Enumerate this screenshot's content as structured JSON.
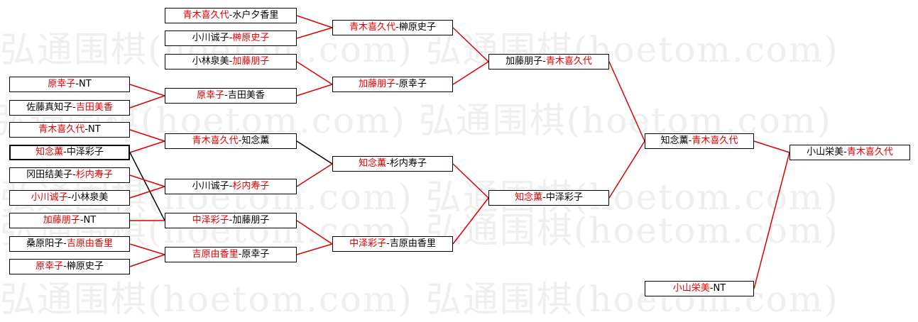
{
  "colors": {
    "winner": "#e60000",
    "line_win": "#dd0000",
    "line_loss": "#000000",
    "watermark": "#efefef"
  },
  "watermark": [
    "弘通围棋(hoetom.com) 弘通围棋(hoetom.com)",
    "弘通围棋(hoetom.com) 弘通围棋(hoetom.com)",
    "弘通围棋(hoetom.com) 弘通围棋(hoetom.com)",
    "弘通围棋(hoetom.com) 弘通围棋(hoetom.com)",
    "弘通围棋(hoetom.com) 弘通围棋(hoetom.com)",
    "弘通围棋(hoetom.com) 弘通围棋(hoetom.com)",
    "弘通围棋(hoetom.com) 弘通围棋(hoetom.com)"
  ],
  "matches": {
    "r1": [
      {
        "p1": "原幸子",
        "sep": "-",
        "p2": "NT",
        "winner": 1
      },
      {
        "p1": "佐藤真知子",
        "sep": "-",
        "p2": "吉田美香",
        "winner": 2
      },
      {
        "p1": "青木喜久代",
        "sep": "-",
        "p2": "NT",
        "winner": 1
      },
      {
        "p1": "知念薫",
        "sep": "-",
        "p2": "中泽彩子",
        "winner": 1
      },
      {
        "p1": "冈田结美子",
        "sep": "-",
        "p2": "杉内寿子",
        "winner": 2
      },
      {
        "p1": "小川诚子",
        "sep": "-",
        "p2": "小林泉美",
        "winner": 1
      },
      {
        "p1": "加藤朋子",
        "sep": "-",
        "p2": "NT",
        "winner": 1
      },
      {
        "p1": "桑原阳子",
        "sep": "-",
        "p2": "吉原由香里",
        "winner": 2
      },
      {
        "p1": "原幸子",
        "sep": "-",
        "p2": "榊原史子",
        "winner": 1
      }
    ],
    "r2": [
      {
        "p1": "青木喜久代",
        "sep": "-",
        "p2": "水户夕香里",
        "winner": 1
      },
      {
        "p1": "小川诚子",
        "sep": "-",
        "p2": "榊原史子",
        "winner": 2
      },
      {
        "p1": "小林泉美",
        "sep": "-",
        "p2": "加藤朋子",
        "winner": 2
      },
      {
        "p1": "原幸子",
        "sep": "-",
        "p2": "吉田美香",
        "winner": 1
      },
      {
        "p1": "青木喜久代",
        "sep": "-",
        "p2": "知念薫",
        "winner": 1
      },
      {
        "p1": "小川诚子",
        "sep": "-",
        "p2": "杉内寿子",
        "winner": 2
      },
      {
        "p1": "中泽彩子",
        "sep": "-",
        "p2": "加藤朋子",
        "winner": 1
      },
      {
        "p1": "吉原由香里",
        "sep": "-",
        "p2": "原幸子",
        "winner": 1
      }
    ],
    "r3": [
      {
        "p1": "青木喜久代",
        "sep": "-",
        "p2": "榊原史子",
        "winner": 1
      },
      {
        "p1": "加藤朋子",
        "sep": "-",
        "p2": "原幸子",
        "winner": 1
      },
      {
        "p1": "知念薫",
        "sep": "-",
        "p2": "杉内寿子",
        "winner": 1
      },
      {
        "p1": "中泽彩子",
        "sep": "-",
        "p2": "吉原由香里",
        "winner": 1
      }
    ],
    "r4": [
      {
        "p1": "加藤朋子",
        "sep": "-",
        "p2": "青木喜久代",
        "winner": 2
      },
      {
        "p1": "知念薫",
        "sep": "-",
        "p2": "中泽彩子",
        "winner": 1
      }
    ],
    "r5": [
      {
        "p1": "知念薫",
        "sep": "-",
        "p2": "青木喜久代",
        "winner": 2
      },
      {
        "p1": "小山栄美",
        "sep": "-",
        "p2": "NT",
        "winner": 1
      }
    ],
    "final": [
      {
        "p1": "小山栄美",
        "sep": "-",
        "p2": "青木喜久代",
        "winner": 2
      }
    ]
  }
}
